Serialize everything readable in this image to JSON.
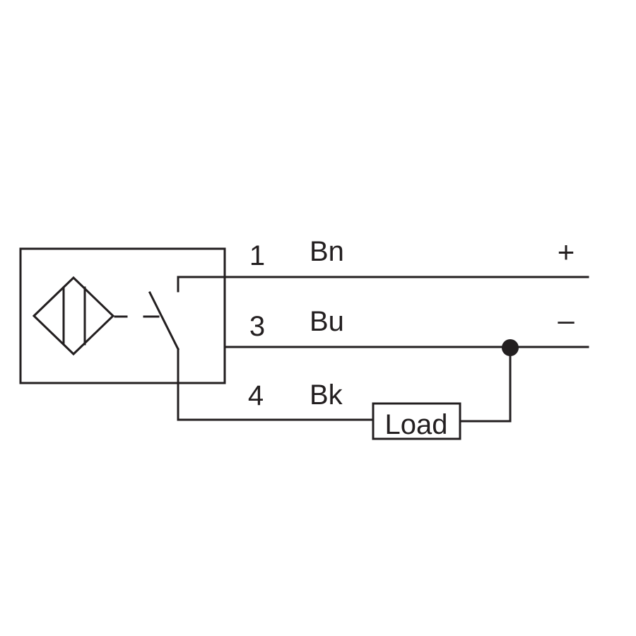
{
  "colors": {
    "ink": "#231f20",
    "background": "#ffffff"
  },
  "wires": [
    {
      "pin": "1",
      "color_code": "Bn",
      "polarity": "+"
    },
    {
      "pin": "3",
      "color_code": "Bu",
      "polarity": "–"
    },
    {
      "pin": "4",
      "color_code": "Bk",
      "polarity": ""
    }
  ],
  "load": {
    "label": "Load"
  },
  "sensor": {
    "symbol_icon": "inductive-sensor-diamond-icon",
    "switch_icon": "normally-open-switch-icon"
  }
}
